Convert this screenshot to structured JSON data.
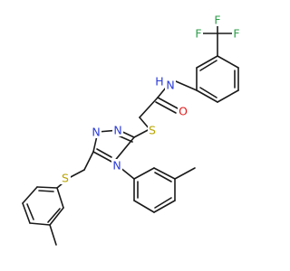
{
  "diagram": {
    "type": "chemical-structure",
    "atom_labels": {
      "f_top_left": "F",
      "f_top_right": "F",
      "f_left": "F",
      "nh": "N",
      "nh_h": "H",
      "carbonyl_o": "O",
      "thioether_s1": "S",
      "triazole_n_left": "N",
      "triazole_n_right": "N",
      "triazole_n4": "N",
      "thioether_s2": "S"
    },
    "colors": {
      "bond": "#1a1a1a",
      "fluorine": "#2e9e4a",
      "nitrogen": "#2b3bd9",
      "oxygen": "#e01b1b",
      "sulfur": "#b8a400"
    }
  }
}
